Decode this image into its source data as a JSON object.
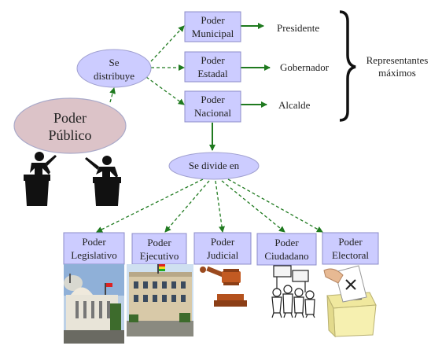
{
  "root": {
    "line1": "Poder",
    "line2": "Público"
  },
  "distribute_node": {
    "line1": "Se",
    "line2": "distribuye"
  },
  "divide_node": {
    "label": "Se divide en"
  },
  "levels": [
    {
      "line1": "Poder",
      "line2": "Municipal",
      "representative": "Presidente"
    },
    {
      "line1": "Poder",
      "line2": "Estadal",
      "representative": "Gobernador"
    },
    {
      "line1": "Poder",
      "line2": "Nacional",
      "representative": "Alcalde"
    }
  ],
  "representatives_label": {
    "line1": "Representantes",
    "line2": "máximos"
  },
  "branches": [
    {
      "line1": "Poder",
      "line2": "Legislativo",
      "image": "legislative-building"
    },
    {
      "line1": "Poder",
      "line2": "Ejecutivo",
      "image": "executive-building"
    },
    {
      "line1": "Poder",
      "line2": "Judicial",
      "image": "gavel"
    },
    {
      "line1": "Poder",
      "line2": "Ciudadano",
      "image": "citizens-crowd"
    },
    {
      "line1": "Poder",
      "line2": "Electoral",
      "image": "ballot-box"
    }
  ],
  "colors": {
    "box_fill": "#ccccff",
    "box_stroke": "#8c8cc8",
    "ellipse_fill": "#ccccff",
    "root_fill": "#dcc3c8",
    "arrow": "#1f7a1f"
  }
}
